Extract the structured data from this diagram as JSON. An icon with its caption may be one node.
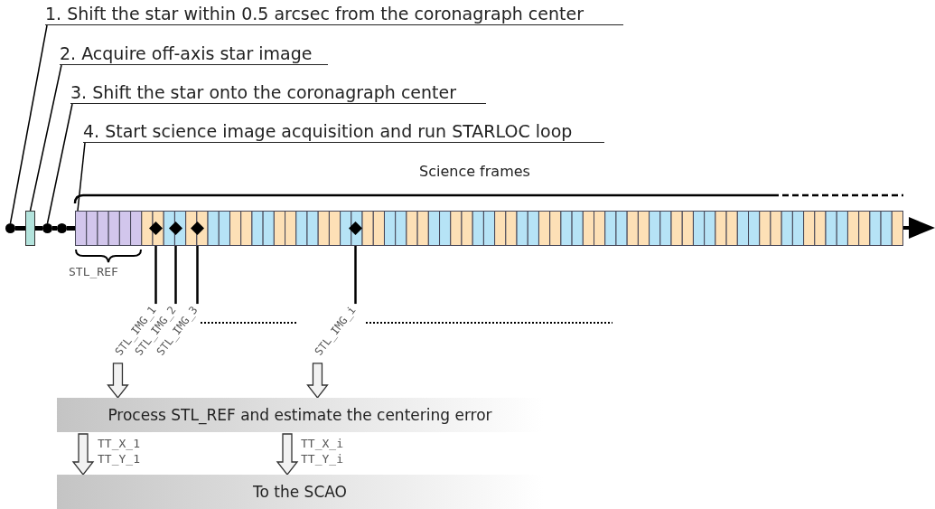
{
  "diagram": {
    "nodes": [
      {
        "text": [
          "1. Shift the star within 0.5 arcsec from the coronagraph center"
        ]
      },
      {
        "text": [
          "2. Acquire off-axis star image"
        ]
      },
      {
        "text": [
          "3. Shift the star onto the coronagraph center"
        ]
      },
      {
        "text": [
          "4. Start science image acquisition and run STARLOC loop"
        ]
      },
      {
        "text": [],
        "shape": "circle"
      },
      {
        "text": [],
        "shape": "box"
      },
      {
        "text": [],
        "shape": "circle"
      },
      {
        "text": [],
        "shape": "circle"
      },
      {
        "text": [],
        "shape": "diamond",
        "in": 18
      },
      {
        "text": [],
        "shape": "diamond",
        "in": 18
      },
      {
        "text": [],
        "shape": "diamond",
        "in": 18
      },
      {
        "text": [],
        "shape": "diamond",
        "in": 18
      },
      {
        "text": [
          "STL_IMG_1"
        ]
      },
      {
        "text": [
          "STL_IMG_2"
        ]
      },
      {
        "text": [
          "STL_IMG_3"
        ]
      },
      {
        "text": [
          "STL_IMG_i"
        ]
      },
      {
        "text": [
          "Process STL_REF and estimate the centering error"
        ]
      },
      {
        "text": [
          "To the SCAO"
        ]
      },
      {
        "text": [],
        "shape": "bar"
      }
    ],
    "edges": [
      {
        "from": 0,
        "to": 4,
        "arrow": "none"
      },
      {
        "from": 1,
        "to": 5,
        "arrow": "none"
      },
      {
        "from": 2,
        "to": 6,
        "arrow": "none"
      },
      {
        "from": 3,
        "to": 18,
        "arrow": "none"
      },
      {
        "from": 12,
        "to": 8,
        "arrow": "none"
      },
      {
        "from": 13,
        "to": 9,
        "arrow": "none"
      },
      {
        "from": 14,
        "to": 10,
        "arrow": "none"
      },
      {
        "from": 15,
        "to": 11,
        "arrow": "none"
      },
      {
        "from": 12,
        "to": 16,
        "arrow": "to"
      },
      {
        "from": 15,
        "to": 16,
        "arrow": "to"
      },
      {
        "from": 16,
        "to": 17,
        "arrow": "to",
        "label": "TT_X_1 TT_Y_1"
      },
      {
        "from": 16,
        "to": 17,
        "arrow": "to",
        "label": "TT_X_i TT_Y_i"
      },
      {
        "from": 4,
        "to": 5,
        "arrow": "none",
        "style": "thick"
      },
      {
        "from": 5,
        "to": 6,
        "arrow": "none",
        "style": "thick"
      },
      {
        "from": 6,
        "to": 7,
        "arrow": "none",
        "style": "thick"
      },
      {
        "from": 7,
        "to": 18,
        "arrow": "none",
        "style": "thick"
      }
    ],
    "labels": [
      "Science frames",
      "STL_REF"
    ]
  }
}
